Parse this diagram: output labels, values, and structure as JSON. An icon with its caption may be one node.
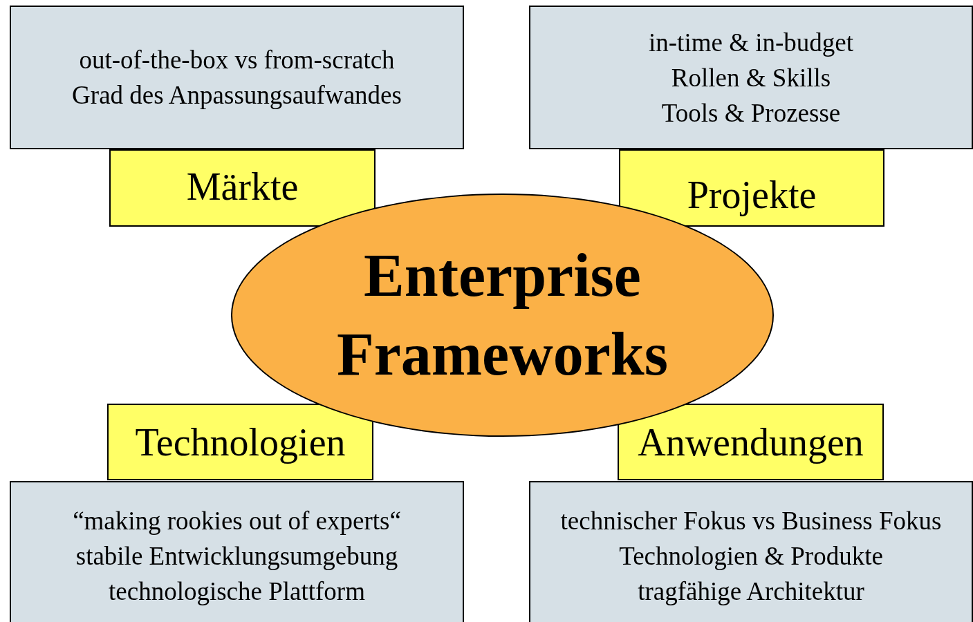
{
  "diagram": {
    "nodes": [
      {
        "text": [
          "out-of-the-box vs from-scratch",
          "Grad des Anpassungsaufwandes"
        ]
      },
      {
        "text": [
          "in-time & in-budget",
          "Rollen & Skills",
          "Tools & Prozesse"
        ]
      },
      {
        "text": [
          "Märkte"
        ]
      },
      {
        "text": [
          "Projekte"
        ]
      },
      {
        "text": [
          "Enterprise Frameworks"
        ]
      },
      {
        "text": [
          "Technologien"
        ]
      },
      {
        "text": [
          "Anwendungen"
        ]
      },
      {
        "text": [
          "“making rookies out of experts“",
          "stabile Entwicklungsumgebung",
          "technologische Plattform"
        ]
      },
      {
        "text": [
          "technischer Fokus vs Business Fokus",
          "Technologien & Produkte",
          "tragfähige Architektur"
        ]
      }
    ]
  }
}
